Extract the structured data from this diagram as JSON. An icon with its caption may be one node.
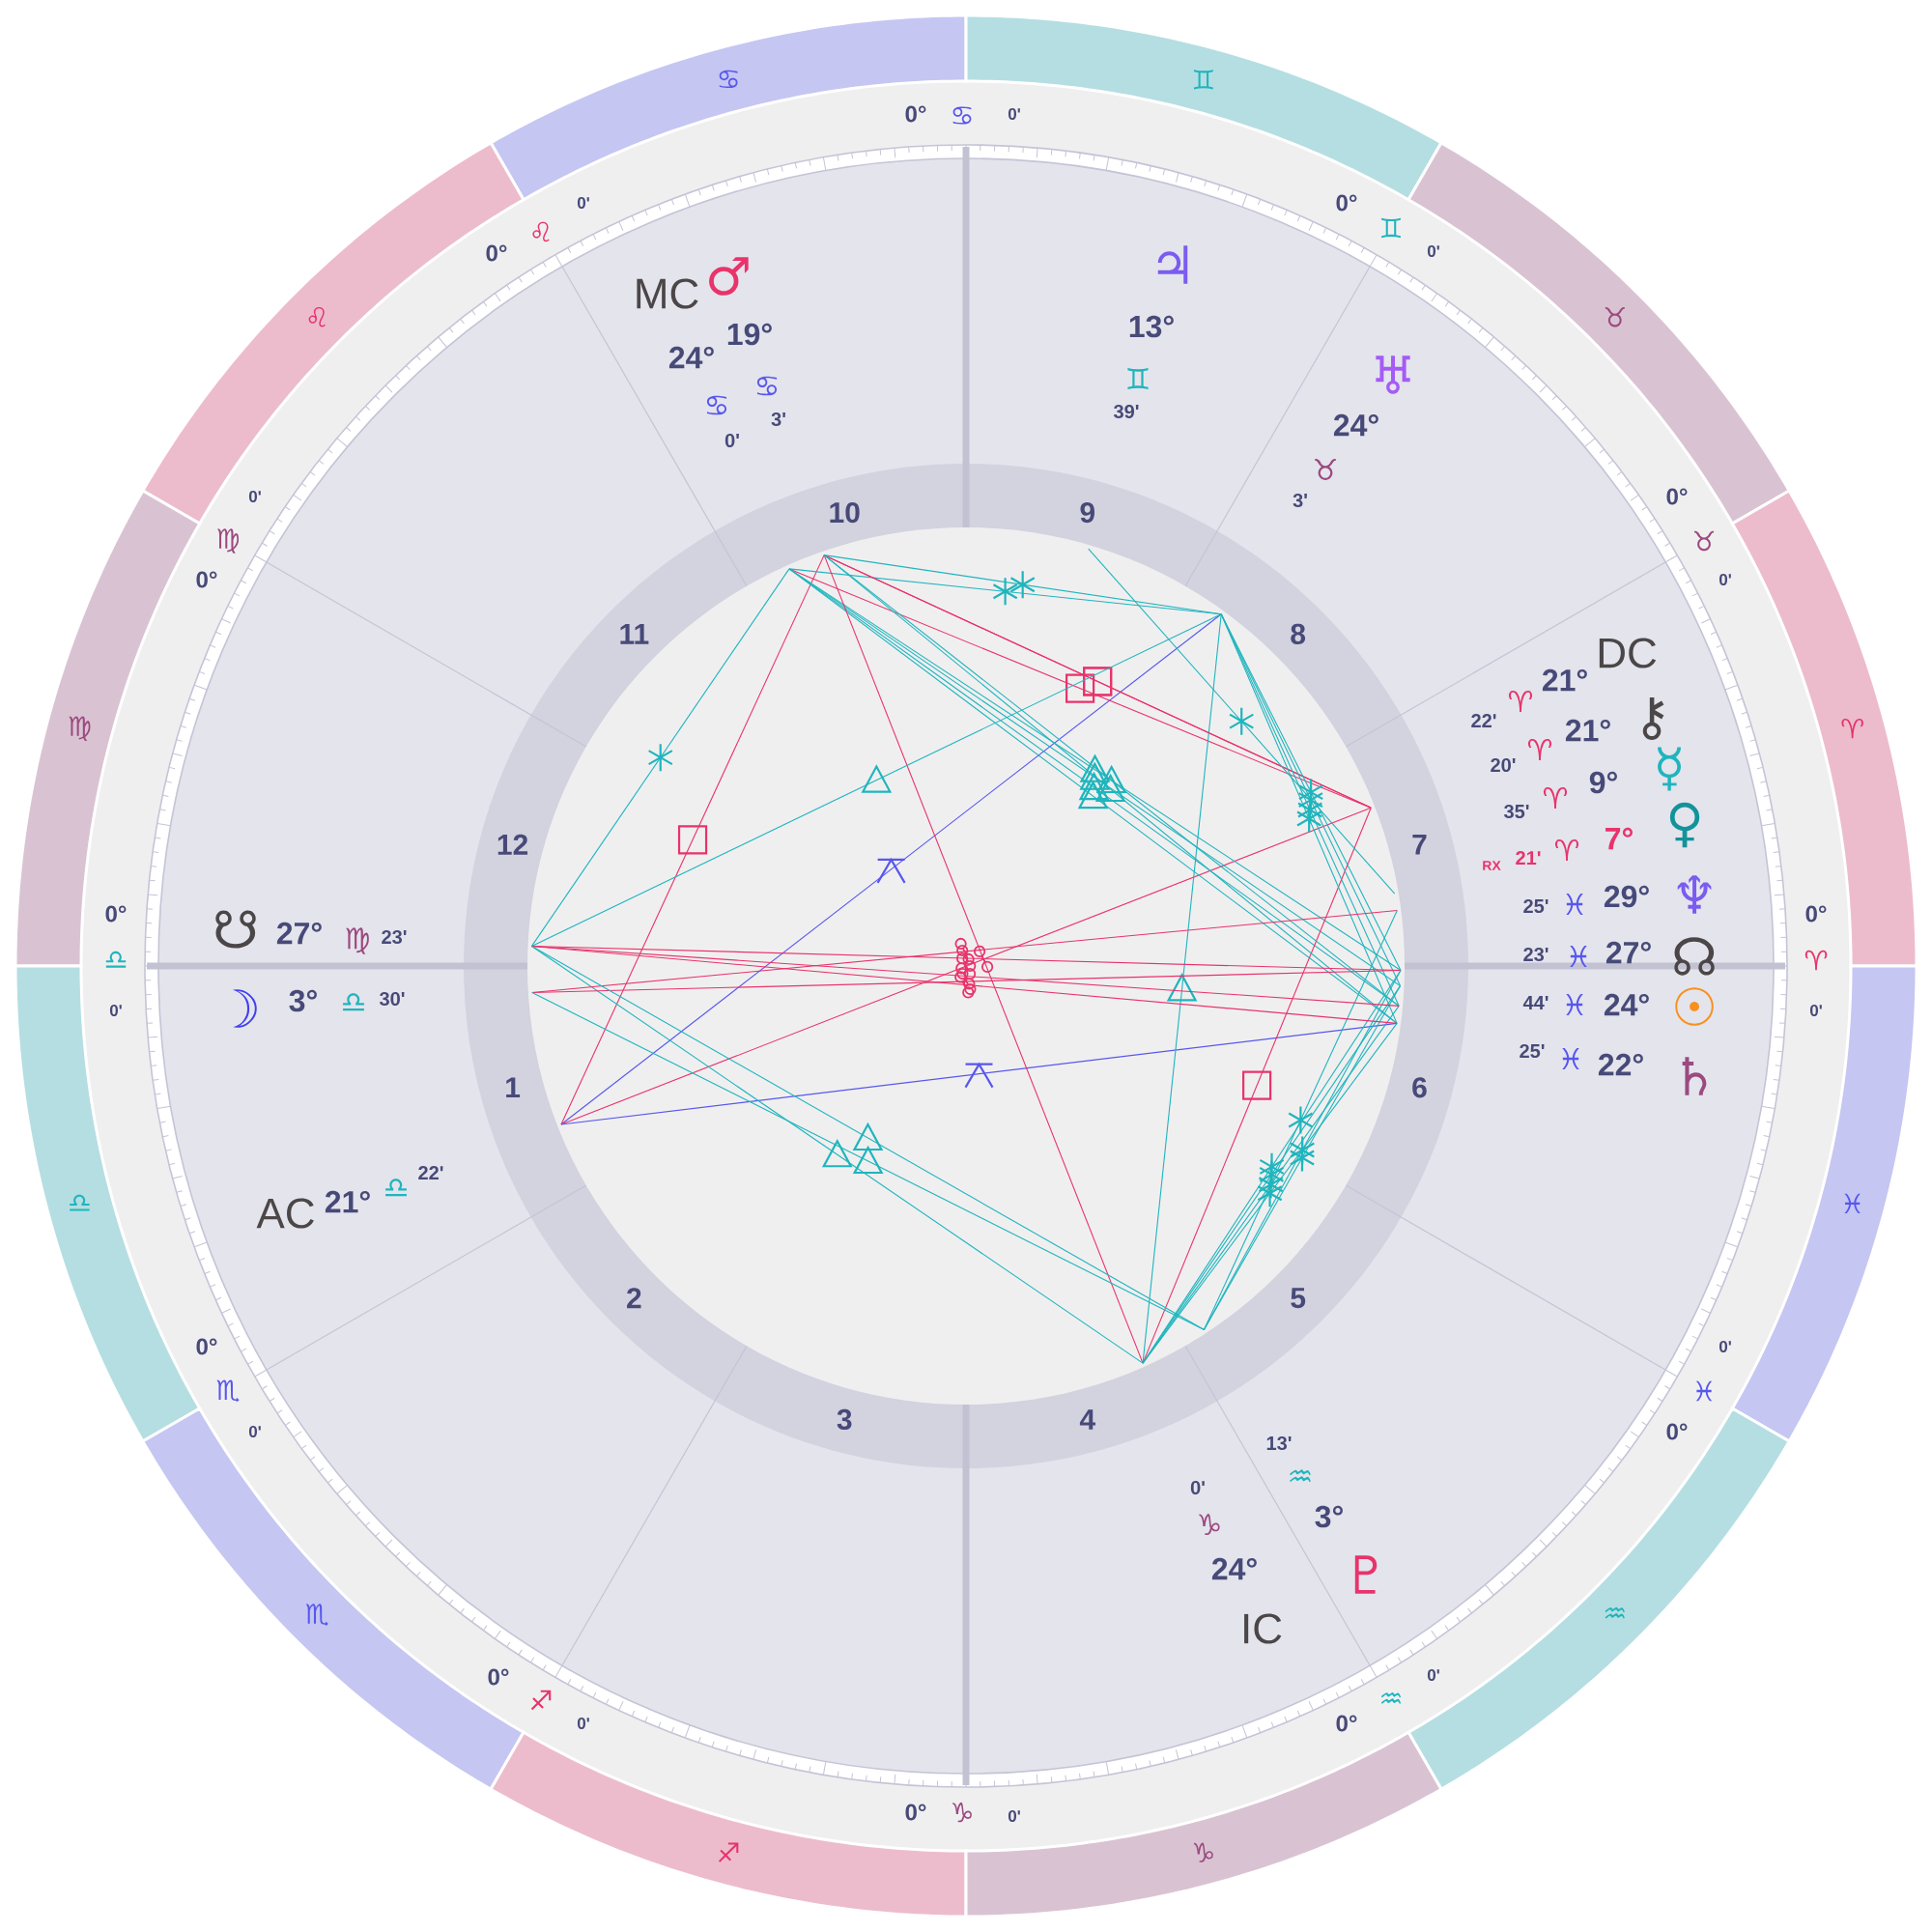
{
  "diagram": {
    "nodes": [
      {
        "text": [
          "♋"
        ]
      },
      {
        "text": [
          "♊"
        ]
      },
      {
        "text": [
          "♌"
        ]
      },
      {
        "text": [
          "♉"
        ]
      },
      {
        "text": [
          "♍"
        ]
      },
      {
        "text": [
          "♈"
        ]
      },
      {
        "text": [
          "♎"
        ]
      },
      {
        "text": [
          "♓"
        ]
      },
      {
        "text": [
          "♏"
        ]
      },
      {
        "text": [
          "♒"
        ]
      },
      {
        "text": [
          "♐"
        ]
      },
      {
        "text": [
          "♑"
        ]
      }
    ],
    "labels": [
      "0°",
      "♋",
      "0'",
      "0°",
      "♊",
      "0'",
      "0°",
      "♌",
      "0'",
      "0'",
      "♍",
      "0°",
      "0°",
      "♉",
      "0'",
      "0°",
      "♎",
      "0'",
      "0°",
      "♈",
      "0'",
      "0°",
      "♏",
      "0'",
      "0'",
      "♓",
      "0°",
      "0°",
      "♐",
      "0'",
      "0'",
      "♒",
      "0°",
      "0°",
      "♑",
      "0'",
      "1",
      "2",
      "3",
      "4",
      "5",
      "6",
      "7",
      "8",
      "9",
      "10",
      "11",
      "12",
      "MC",
      "24°",
      "♋",
      "0'",
      "♂",
      "19°",
      "♋",
      "3'",
      "♃",
      "13°",
      "♊",
      "39'",
      "♅",
      "24°",
      "♉",
      "3'",
      "DC",
      "21°",
      "♈",
      "22'",
      "⚷",
      "21°",
      "♈",
      "20'",
      "☿",
      "9°",
      "♈",
      "35'",
      "♀",
      "7°",
      "♈",
      "21'",
      "RX",
      "♆",
      "29°",
      "♓",
      "25'",
      "☊",
      "27°",
      "♓",
      "23'",
      "☉",
      "24°",
      "♓",
      "44'",
      "♄",
      "22°",
      "♓",
      "25'",
      "☋",
      "27°",
      "♍",
      "23'",
      "☽",
      "3°",
      "♎",
      "30'",
      "AC",
      "21°",
      "♎",
      "22'",
      "♇",
      "3°",
      "♒",
      "13'",
      "IC",
      "24°",
      "♑",
      "0'"
    ]
  }
}
